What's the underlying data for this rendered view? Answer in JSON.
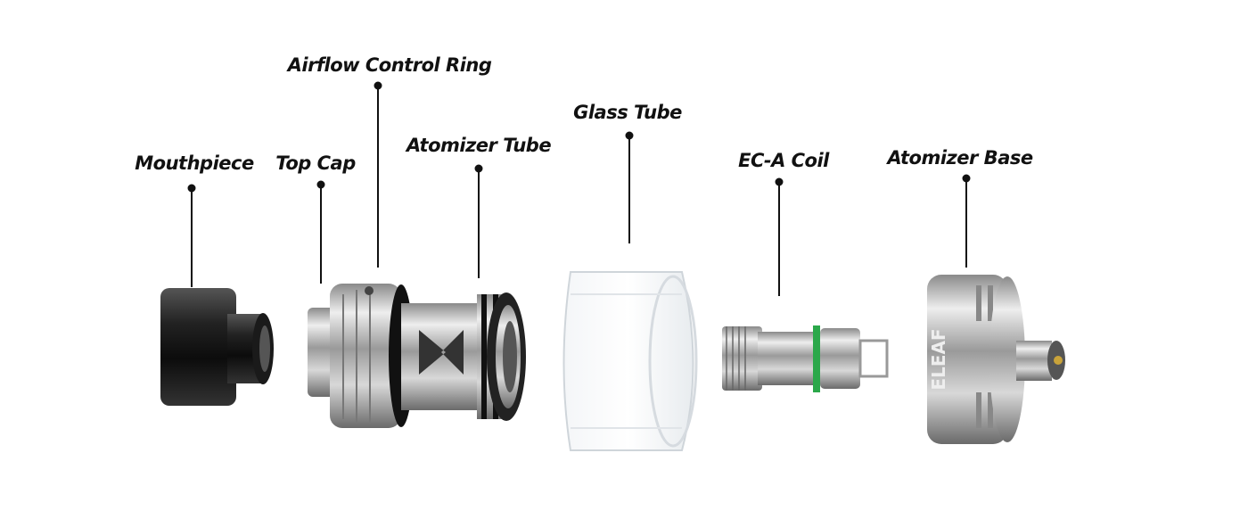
{
  "parts": [
    {
      "id": "mouthpiece",
      "label": "Mouthpiece"
    },
    {
      "id": "top-cap",
      "label": "Top Cap"
    },
    {
      "id": "airflow-control-ring",
      "label": "Airflow Control Ring"
    },
    {
      "id": "atomizer-tube",
      "label": "Atomizer Tube"
    },
    {
      "id": "glass-tube",
      "label": "Glass Tube"
    },
    {
      "id": "ec-a-coil",
      "label": "EC-A Coil"
    },
    {
      "id": "atomizer-base",
      "label": "Atomizer Base"
    }
  ],
  "logo_text": "ELEAF"
}
